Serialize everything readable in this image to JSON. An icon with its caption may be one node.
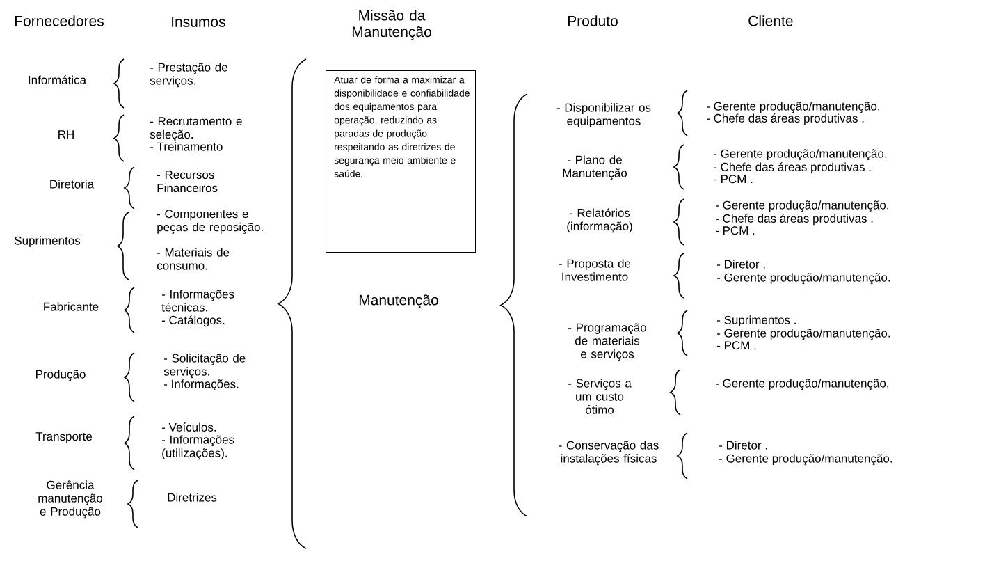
{
  "diagram": {
    "nodes": [
      {
        "text": [
          "Atuar de forma a maximizar a disponibilidade e confiabilidade dos equipamentos para operação, reduzindo as paradas de produção respeitando as diretrizes de segurança meio ambiente e saúde."
        ]
      }
    ],
    "labels": [
      "Fornecedores",
      "Insumos",
      "Missão da Manutenção",
      "Produto",
      "Cliente",
      "Informática",
      "- Prestação de serviços.",
      "RH",
      "- Recrutamento e seleção.",
      "- Treinamento",
      "Diretoria",
      "- Recursos Financeiros",
      "Suprimentos",
      "- Componentes e peças de reposição.",
      "- Materiais de consumo.",
      "Fabricante",
      "- Informações técnicas.",
      "- Catálogos.",
      "Produção",
      "- Solicitação de serviços.",
      "- Informações.",
      "Transporte",
      "- Veículos.",
      "- Informações (utilizações).",
      "Gerência manutenção e Produção",
      "Diretrizes",
      "Manutenção",
      "- Disponibilizar os equipamentos",
      "- Gerente produção/manutenção.",
      "- Chefe das áreas produtivas .",
      "- Plano de Manutenção",
      "- Gerente produção/manutenção.",
      "- Chefe das áreas produtivas .",
      "- PCM .",
      "- Relatórios (informação)",
      "- Gerente produção/manutenção.",
      "- Chefe das áreas produtivas .",
      "- PCM .",
      "- Proposta de Investimento",
      "- Diretor .",
      "- Gerente produção/manutenção.",
      "- Programação de materiais e serviços",
      "- Suprimentos .",
      "- Gerente produção/manutenção.",
      "- PCM .",
      "- Serviços a um custo ótimo",
      "- Gerente produção/manutenção.",
      "- Conservação das instalações físicas",
      "- Diretor .",
      "- Gerente produção/manutenção."
    ]
  }
}
